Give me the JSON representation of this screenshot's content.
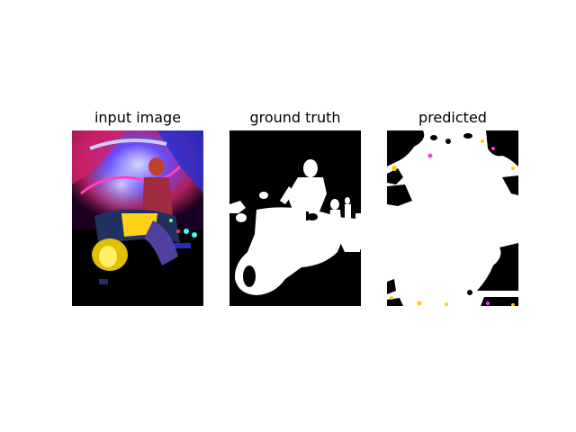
{
  "figure": {
    "panels": [
      {
        "title": "input image"
      },
      {
        "title": "ground truth"
      },
      {
        "title": "predicted"
      }
    ]
  }
}
